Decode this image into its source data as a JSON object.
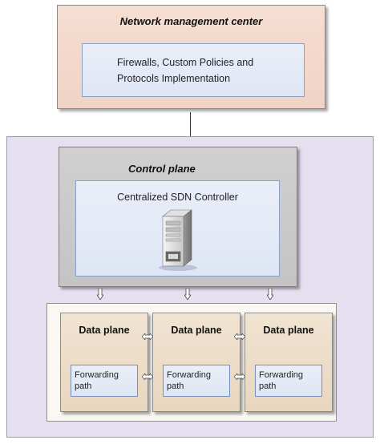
{
  "network_center": {
    "title": "Network management center",
    "content": "Firewalls, Custom Policies and Protocols Implementation"
  },
  "control_plane": {
    "title": "Control plane",
    "controller": "Centralized SDN Controller"
  },
  "data_planes": [
    {
      "title": "Data plane",
      "forwarding": "Forwarding path"
    },
    {
      "title": "Data plane",
      "forwarding": "Forwarding path"
    },
    {
      "title": "Data plane",
      "forwarding": "Forwarding path"
    }
  ],
  "icons": {
    "server": "server-icon",
    "down_arrow": "down-arrow-icon",
    "bidirectional_arrow": "bidirectional-arrow-icon"
  },
  "colors": {
    "nmc_fill": "#f4dacd",
    "region_fill": "#e6dff0",
    "control_fill": "#cacaca",
    "inner_fill": "#e4eaf6",
    "data_plane_fill": "#ecdcc7"
  }
}
